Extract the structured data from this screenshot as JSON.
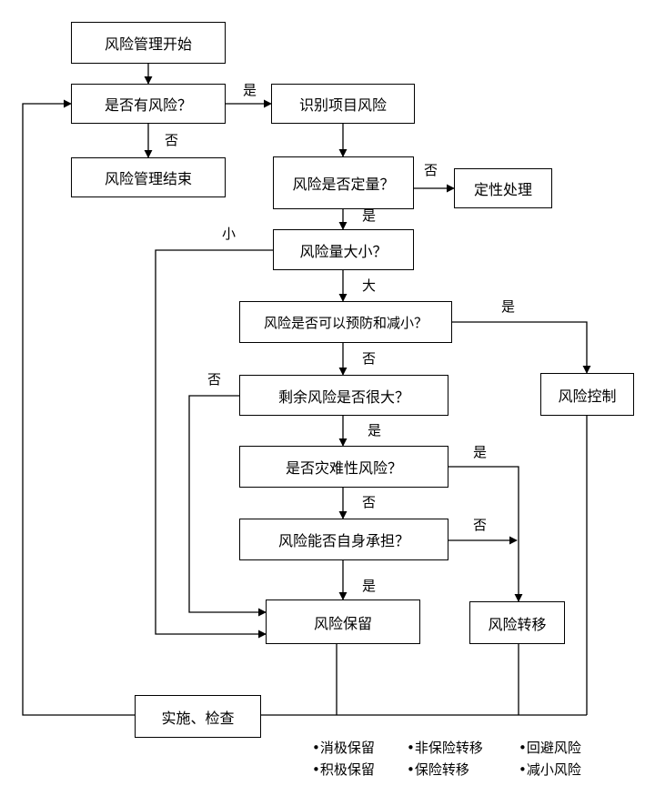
{
  "nodes": {
    "start": "风险管理开始",
    "has_risk": "是否有风险？",
    "end": "风险管理结束",
    "identify": "识别项目风险",
    "quantified": "风险是否定量？",
    "qualitative": "定性处理",
    "size": "风险量大小？",
    "preventable": "风险是否可以预防和减小？",
    "control": "风险控制",
    "residual": "剩余风险是否很大？",
    "catastrophic": "是否灾难性风险？",
    "self_bear": "风险能否自身承担？",
    "retain": "风险保留",
    "transfer": "风险转移",
    "implement": "实施、检查"
  },
  "edge_labels": {
    "yes_identify": "是",
    "no_end": "否",
    "no_qualitative": "否",
    "yes_size": "是",
    "small": "小",
    "large": "大",
    "yes_control": "是",
    "no_residual": "否",
    "no_retain_residual": "否",
    "yes_catastrophic": "是",
    "yes_transfer": "是",
    "no_self_bear": "否",
    "no_transfer": "否",
    "yes_retain": "是"
  },
  "notes": [
    [
      "•消极保留",
      "•非保险转移",
      "•回避风险"
    ],
    [
      "•积极保留",
      "•保险转移",
      "•减小风险"
    ]
  ]
}
